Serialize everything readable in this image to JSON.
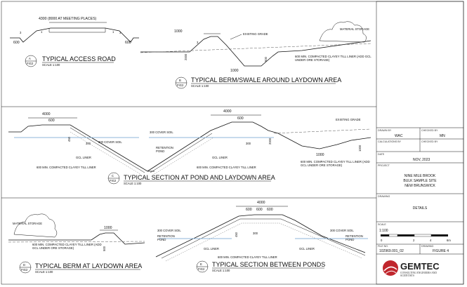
{
  "details": {
    "access_road": {
      "title": "TYPICAL ACCESS ROAD",
      "width": "4300 (8000 AT MEETING PLACES)",
      "left_ditch": "600",
      "right_ditch": "600",
      "slope_left": "3",
      "slope_right": "3",
      "slope_mid_left": "1",
      "slope_mid_right": "1",
      "tag_letter": "A",
      "tag_sheet": "FIG2",
      "scale_text": "SCALE 1:100"
    },
    "berm_swale": {
      "title": "TYPICAL BERM/SWALE AROUND LAYDOWN AREA",
      "berm_top": "1000",
      "berm_height": "2000",
      "swale_height": "500",
      "swale_bottom": "1000",
      "existing_grade": "EXISTING GRADE",
      "material_storage": "MATERIAL STORAGE",
      "liner": "600 MIN. COMPACTED CLAYEY TILL LINER (ADD GCL UNDER ORE STORAGE)",
      "slope": "3",
      "tag_letter": "B",
      "tag_sheet": "FIG2",
      "scale_text": "SCALE 1:100"
    },
    "pond_laydown": {
      "title": "TYPICAL SECTION AT POND AND LAYDOWN AREA",
      "crest_width": "4000",
      "top_width": "600",
      "dim_450": "450",
      "dim_300": "300",
      "cover_soil": "300 COVER SOIL",
      "gcl_liner": "GCL LINER",
      "clay_liner": "600 MIN. COMPACTED CLAYEY TILL LINER",
      "cover_soil_2": "300 COVER SOIL",
      "retention_pond": "RETENTION POND",
      "gcl_liner_2": "GCL LINER",
      "clay_liner_2": "600 MIN. COMPACTED CLAYEY TILL LINER",
      "crest_width_2": "4000",
      "top_width_2": "600",
      "dim_2000": "2000",
      "dim_300_b": "300",
      "existing_grade": "EXISTING GRADE",
      "swale_height": "1000",
      "swale_bottom": "1000",
      "liner_ore": "600 MIN. COMPACTED CLAYEY TILL LINER (ADD GCL UNDER ORE STORAGE)",
      "tag_letter": "C",
      "tag_sheet": "FIG2",
      "scale_text": "SCALE 1:100"
    },
    "berm_laydown": {
      "title": "TYPICAL BERM AT LAYDOWN AREA",
      "material_storage": "MATERIAL STORAGE",
      "berm_top": "1000",
      "berm_height": "500",
      "liner": "600 MIN. COMPACTED CLAYEY TILL LINER (ADD GCL UNDER ORE STORAGE)",
      "tag_letter": "D",
      "tag_sheet": "FIG2",
      "scale_text": "SCALE 1:100"
    },
    "between_ponds": {
      "title": "TYPICAL SECTION BETWEEN PONDS",
      "crest_width": "4000",
      "top_600_a": "600",
      "top_600_b": "600",
      "top_600_c": "600",
      "cover_left": "300 COVER SOIL",
      "retention_left": "RETENTION POND",
      "cover_right": "300 COVER SOIL",
      "retention_right": "RETENTION POND",
      "gcl_left": "GCL LINER",
      "gcl_right": "GCL LINER",
      "clay_liner": "600 MIN. COMPACTED CLAYEY TILL LINER",
      "dim_450": "450",
      "dim_300": "300",
      "tag_letter": "E",
      "tag_sheet": "FIG2",
      "scale_text": "SCALE 1:100"
    }
  },
  "title_block": {
    "drawn_by_label": "DRAWN BY",
    "drawn_by": "WAC",
    "checked_by_label": "CHECKED BY",
    "checked_by": "MN",
    "calculations_label": "CALCULATIONS BY",
    "checked_by_label_2": "CHECKED BY",
    "date_label": "DATE",
    "date": "NOV, 2023",
    "project_label": "PROJECT",
    "project_line1": "NINE MILE BROOK",
    "project_line2": "BULK SAMPLE SITE",
    "project_line3": "NEW BRUNSWICK",
    "drawing_label": "DRAWING",
    "drawing": "DETAILS",
    "scale_label": "SCALE",
    "scale": "1:100",
    "scale_ticks": [
      "0",
      "2",
      "4",
      "6m"
    ],
    "file_no_label": "FILE NO.",
    "file_no": "102969.001_02",
    "drawing_no_label": "DRAWING",
    "drawing_no": "FIGURE 4",
    "company": "GEMTEC",
    "company_tagline": "CONSULTING ENGINEERS AND SCIENTISTS",
    "logo_color": "#c0262d"
  }
}
